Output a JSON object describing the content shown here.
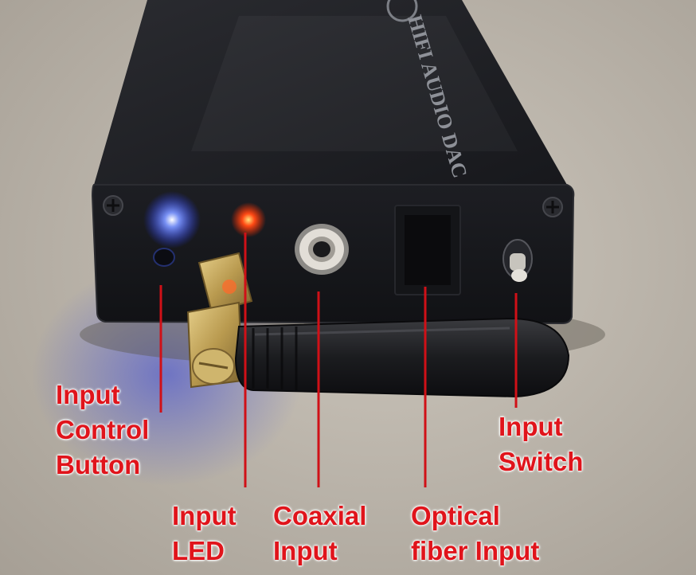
{
  "device": {
    "brand_text": "HIFI AUDIO DAC"
  },
  "labels": {
    "input_control_button": [
      "Input",
      "Control",
      "Button"
    ],
    "input_led": [
      "Input",
      "LED"
    ],
    "coaxial_input": [
      "Coaxial",
      "Input"
    ],
    "optical_fiber_input": [
      "Optical",
      "fiber Input"
    ],
    "input_switch": [
      "Input",
      "Switch"
    ]
  },
  "colors": {
    "label_red": "#e0141b",
    "enclosure": "#1b1c20",
    "blue_led": "#4a6bff",
    "red_led": "#ff3a12",
    "background": "#b9b2a8"
  }
}
